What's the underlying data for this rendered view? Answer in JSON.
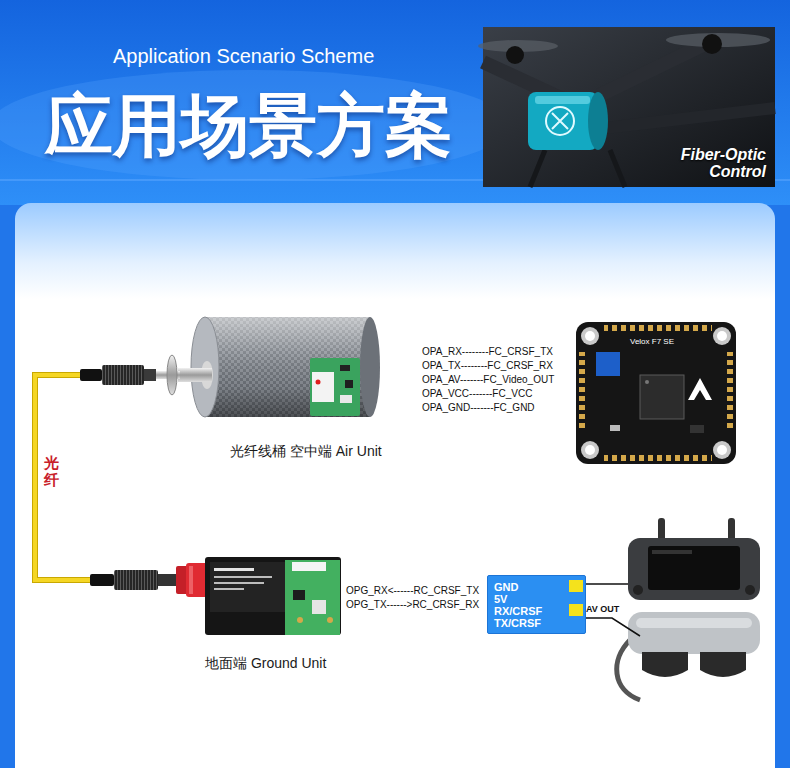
{
  "diagram": {
    "title": "应用场景方案",
    "nodes": [
      {
        "text": [
          "光纤线桶 空中端 Air Unit"
        ]
      },
      {
        "text": [
          "Velox F7 SE"
        ]
      },
      {
        "text": [
          "地面端 Ground Unit"
        ]
      },
      {
        "text": [
          "GND 5V RX/CRSF TX/CRSF"
        ]
      }
    ],
    "edges": [
      {
        "from": 0,
        "to": 2,
        "arrow": "none",
        "label": "光纤"
      }
    ],
    "labels": [
      "Application Scenario Scheme",
      "Fiber-Optic Control",
      "OPA_RX--------FC_CRSF_TX",
      "OPA_TX--------FC_CRSF_RX",
      "OPA_AV-------FC_Video_OUT",
      "OPA_VCC-------FC_VCC",
      "OPA_GND-------FC_GND",
      "OPG_RX<------RC_CRSF_TX",
      "OPG_TX------>RC_CRSF_RX",
      "AV OUT"
    ]
  }
}
